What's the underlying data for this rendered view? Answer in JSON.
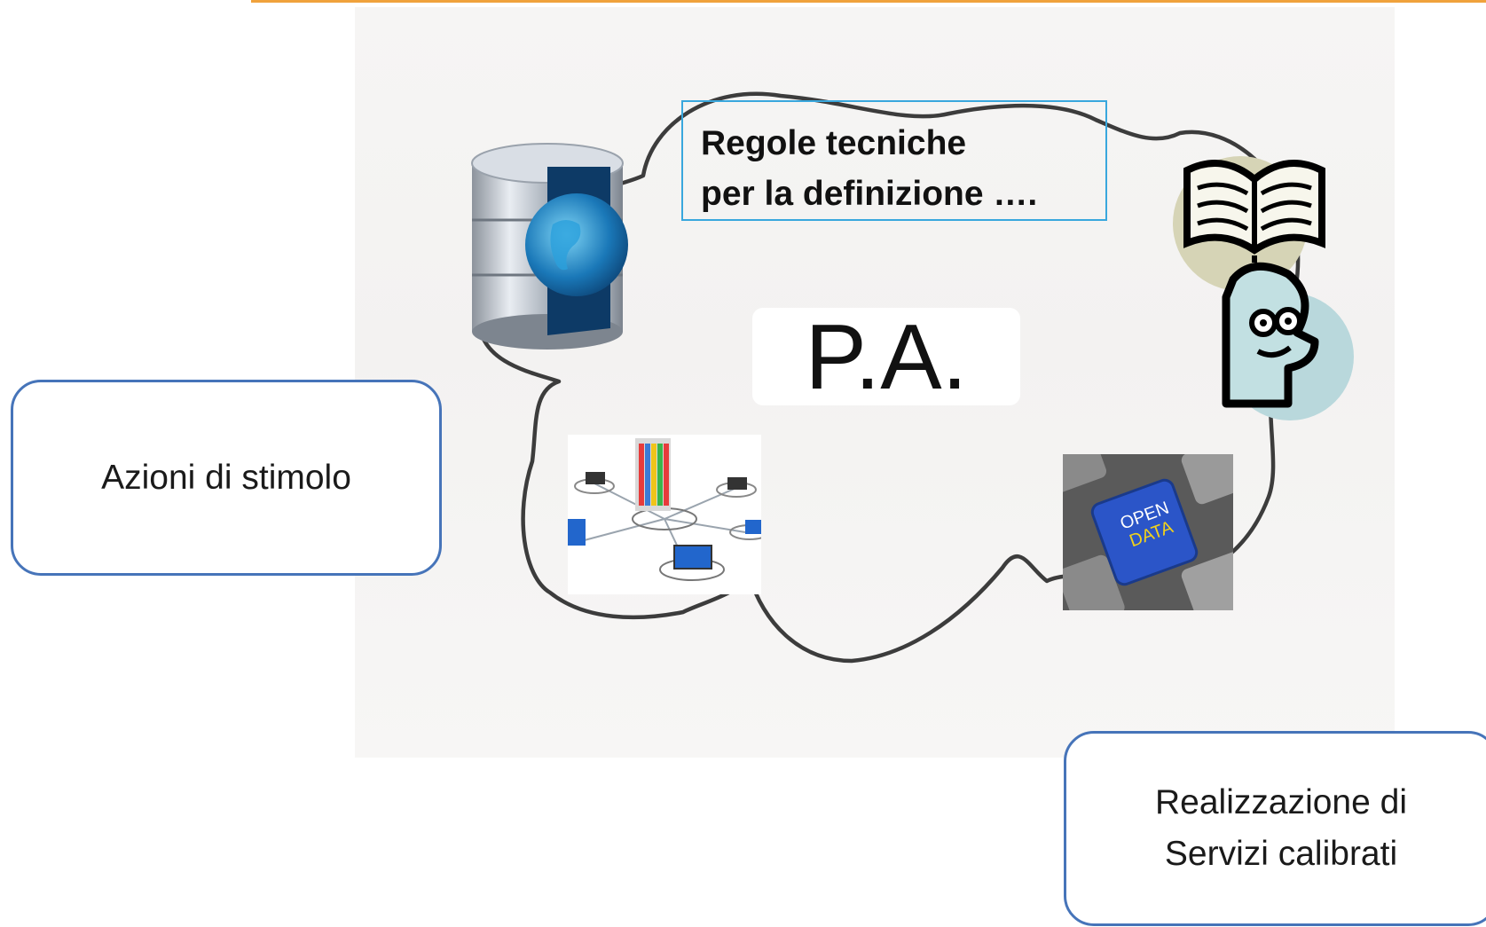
{
  "header": {
    "accent_color": "#f0a23c"
  },
  "diagram": {
    "rules_box": {
      "line1": "Regole tecniche",
      "line2": "per la definizione ….",
      "border_color": "#39a7dd"
    },
    "center_label": "P.A.",
    "callouts": {
      "left": "Azioni di stimolo",
      "right_line1": "Realizzazione di",
      "right_line2": "Servizi calibrati",
      "border_color": "#4674b9"
    },
    "keyboard_key": {
      "line1": "OPEN",
      "line2": "DATA"
    },
    "icons": {
      "database": "database-globe-icon",
      "network": "network-database-icon",
      "manual": "book-reader-icon",
      "open_data": "open-data-key-icon"
    }
  }
}
